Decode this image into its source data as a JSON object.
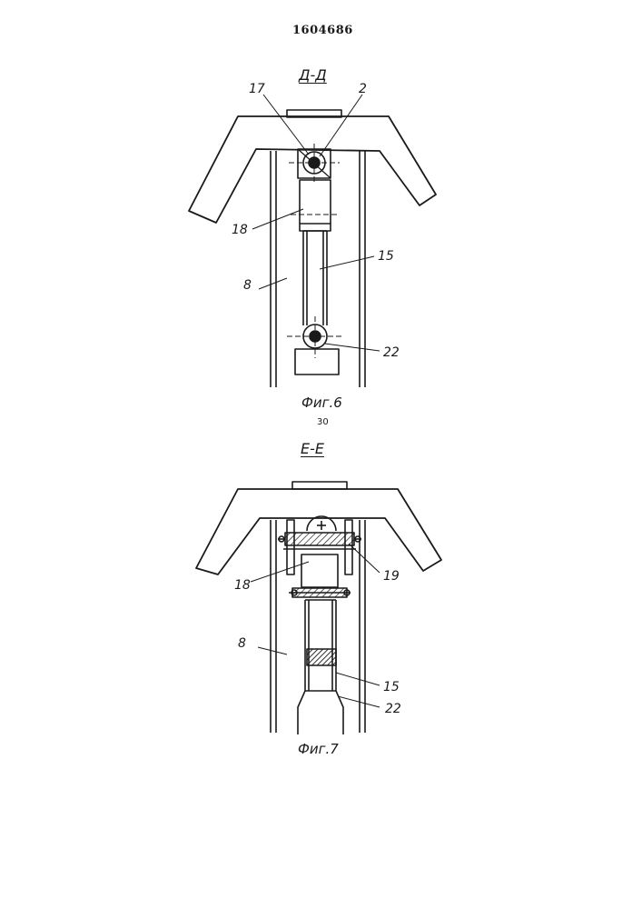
{
  "document": {
    "patent_number": "1604686",
    "page_number": "30"
  },
  "figure6": {
    "section_label": "Д-Д",
    "caption": "Фиг.6",
    "labels": {
      "l17": "17",
      "l2": "2",
      "l18": "18",
      "l15": "15",
      "l8": "8",
      "l22": "22"
    }
  },
  "figure7": {
    "section_label": "Е-Е",
    "caption": "Фиг.7",
    "labels": {
      "l18": "18",
      "l19": "19",
      "l8": "8",
      "l15": "15",
      "l22": "22"
    }
  }
}
